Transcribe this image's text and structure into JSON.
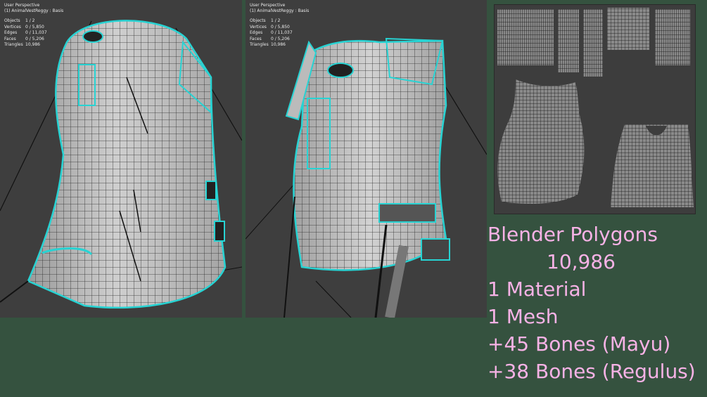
{
  "viewports": [
    {
      "perspective": "User Perspective",
      "object": "(1) AnimalVestReggy : Basis",
      "stats": [
        {
          "label": "Objects",
          "value": "1 / 2"
        },
        {
          "label": "Vertices",
          "value": "0 / 5,850"
        },
        {
          "label": "Edges",
          "value": "0 / 11,037"
        },
        {
          "label": "Faces",
          "value": "0 / 5,206"
        },
        {
          "label": "Triangles",
          "value": "10,986"
        }
      ]
    },
    {
      "perspective": "User Perspective",
      "object": "(1) AnimalVestReggy : Basis",
      "stats": [
        {
          "label": "Objects",
          "value": "1 / 2"
        },
        {
          "label": "Vertices",
          "value": "0 / 5,850"
        },
        {
          "label": "Edges",
          "value": "0 / 11,037"
        },
        {
          "label": "Faces",
          "value": "0 / 5,206"
        },
        {
          "label": "Triangles",
          "value": "10,986"
        }
      ]
    }
  ],
  "info": {
    "title": "Blender Polygons",
    "count": "10,986",
    "material": "1 Material",
    "mesh": "1 Mesh",
    "bones_mayu": "+45 Bones (Mayu)",
    "bones_regulus": "+38 Bones (Regulus)"
  },
  "colors": {
    "background": "#35523f",
    "viewport": "#3e3e3e",
    "mesh": "#b9b9b9",
    "wire": "#1a1a1a",
    "selected_edges": "#27d3d3",
    "info_text": "#f7b2e6"
  }
}
